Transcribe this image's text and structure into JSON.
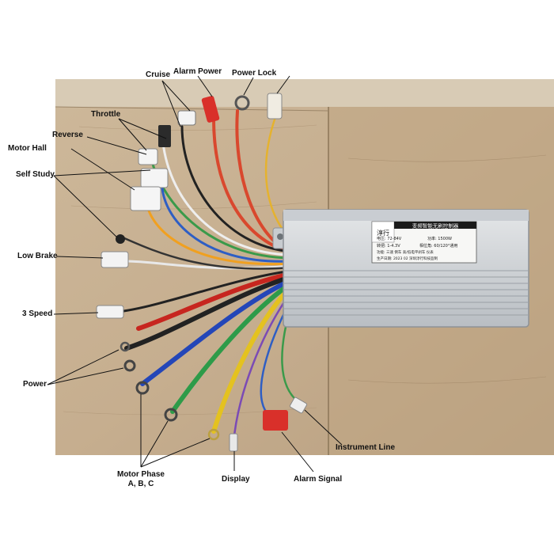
{
  "labels": {
    "cruise": "Cruise",
    "alarm_power": "Alarm Power",
    "power_lock": "Power Lock",
    "throttle": "Throttle",
    "reverse": "Reverse",
    "motor_hall": "Motor Hall",
    "self_study": "Self Study",
    "low_brake": "Low Brake",
    "three_speed": "3 Speed",
    "power": "Power",
    "motor_phase_line1": "Motor Phase",
    "motor_phase_line2": "A, B, C",
    "display": "Display",
    "alarm_signal": "Alarm Signal",
    "instrument_line": "Instrument Line"
  },
  "controller": {
    "brand": "淳行",
    "title": "变频智能无刷控制器",
    "voltage": "电压: 72-84V",
    "power": "功率: 1500W",
    "throttle_v": "转把: 1-4.3V",
    "phase_angle": "相位角: 60/120°通用",
    "function": "功能: 三速  倒车  高/低电平刹车  仪表",
    "production": "生产日期: 2023 02  深圳淳行科技监制"
  }
}
